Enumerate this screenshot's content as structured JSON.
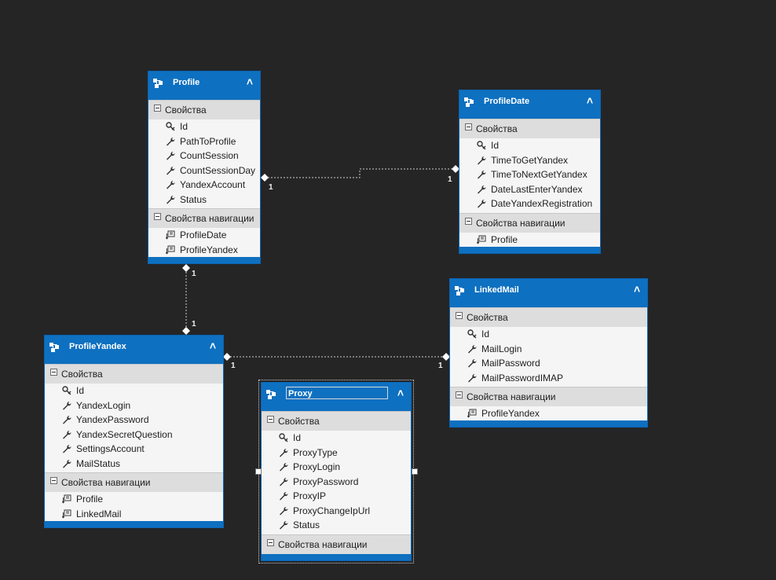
{
  "sections": {
    "properties": "Свойства",
    "navigation": "Свойства навигации"
  },
  "entities": {
    "profile": {
      "title": "Profile",
      "properties": [
        "Id",
        "PathToProfile",
        "CountSession",
        "CountSessionDay",
        "YandexAccount",
        "Status"
      ],
      "navigation": [
        "ProfileDate",
        "ProfileYandex"
      ]
    },
    "profileDate": {
      "title": "ProfileDate",
      "properties": [
        "Id",
        "TimeToGetYandex",
        "TimeToNextGetYandex",
        "DateLastEnterYandex",
        "DateYandexRegistration"
      ],
      "navigation": [
        "Profile"
      ]
    },
    "linkedMail": {
      "title": "LinkedMail",
      "properties": [
        "Id",
        "MailLogin",
        "MailPassword",
        "MailPasswordIMAP"
      ],
      "navigation": [
        "ProfileYandex"
      ]
    },
    "profileYandex": {
      "title": "ProfileYandex",
      "properties": [
        "Id",
        "YandexLogin",
        "YandexPassword",
        "YandexSecretQuestion",
        "SettingsAccount",
        "MailStatus"
      ],
      "navigation": [
        "Profile",
        "LinkedMail"
      ]
    },
    "proxy": {
      "title": "Proxy",
      "properties": [
        "Id",
        "ProxyType",
        "ProxyLogin",
        "ProxyPassword",
        "ProxyIP",
        "ProxyChangeIpUrl",
        "Status"
      ],
      "navigation": []
    }
  },
  "multiplicities": {
    "profile_profileDate_a": "1",
    "profile_profileDate_b": "1",
    "profile_profileYandex_a": "1",
    "profile_profileYandex_b": "1",
    "profileYandex_linkedMail_a": "1",
    "profileYandex_linkedMail_b": "1"
  },
  "colors": {
    "canvas": "#252526",
    "entity_header": "#0e70c0",
    "entity_body": "#f5f5f5",
    "section_header": "#dddddd",
    "connector": "#d0d0d0"
  }
}
